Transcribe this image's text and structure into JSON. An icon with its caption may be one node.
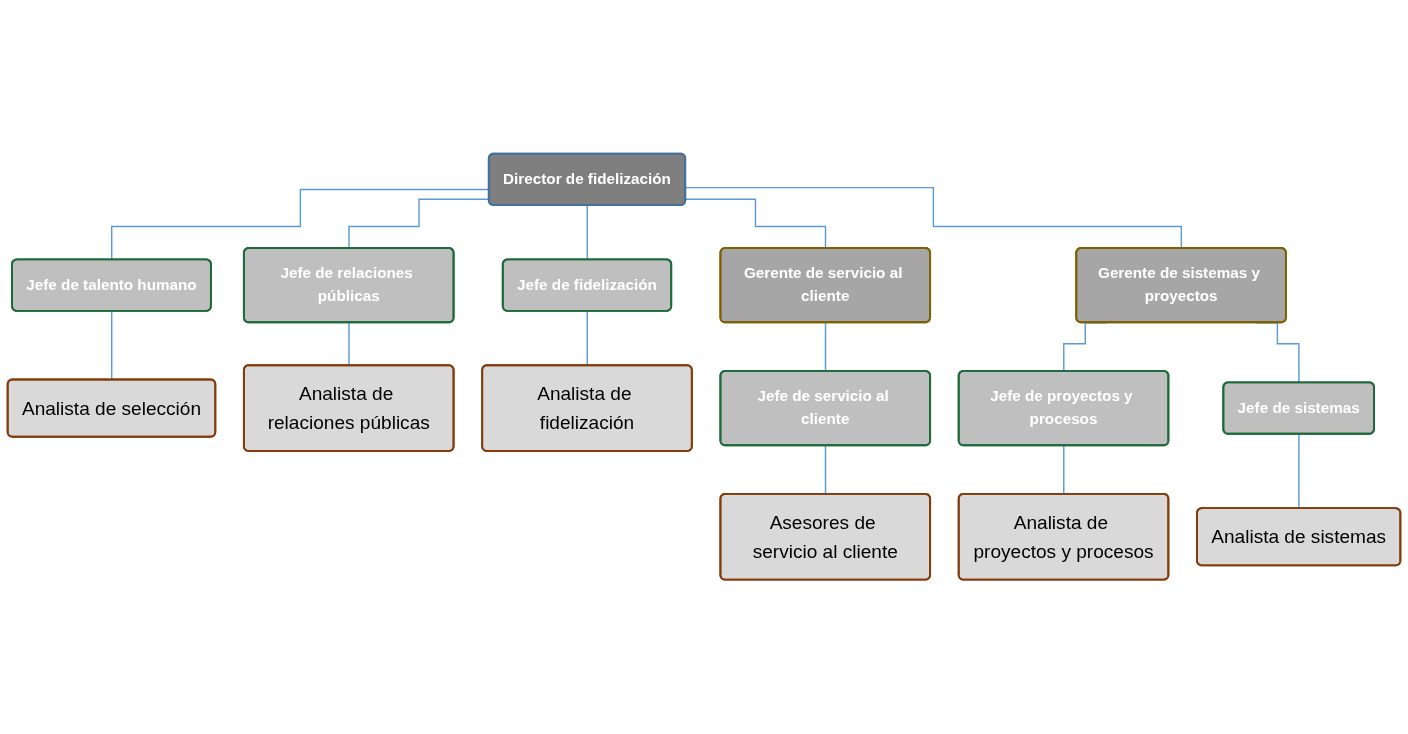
{
  "diagram": {
    "nodes": [
      {
        "text": [
          "Director de fidelización"
        ]
      },
      {
        "text": [
          "Gerente de servicio al cliente"
        ]
      },
      {
        "text": [
          "Gerente de sistemas y proyectos"
        ]
      },
      {
        "text": [
          "Jefe de talento humano"
        ]
      },
      {
        "text": [
          "Jefe de relaciones públicas"
        ]
      },
      {
        "text": [
          "Jefe de fidelización"
        ]
      },
      {
        "text": [
          "Jefe de servicio al cliente"
        ]
      },
      {
        "text": [
          "Jefe de proyectos y procesos"
        ]
      },
      {
        "text": [
          "Analista de selección"
        ]
      },
      {
        "text": [
          "Analista de relaciones públicas"
        ]
      },
      {
        "text": [
          "Analista de fidelización"
        ]
      },
      {
        "text": [
          "Asesores de servicio al cliente"
        ]
      },
      {
        "text": [
          "Analista de proyectos y procesos"
        ]
      },
      {
        "text": [
          "Jefe de sistemas"
        ]
      },
      {
        "text": [
          "Analista de sistemas"
        ]
      }
    ],
    "edges": [
      {
        "from": 0,
        "to": 3,
        "arrow": "none"
      },
      {
        "from": 0,
        "to": 4,
        "arrow": "none"
      },
      {
        "from": 0,
        "to": 5,
        "arrow": "none"
      },
      {
        "from": 0,
        "to": 1,
        "arrow": "none"
      },
      {
        "from": 0,
        "to": 2,
        "arrow": "none"
      },
      {
        "from": 1,
        "to": 6,
        "arrow": "none"
      },
      {
        "from": 2,
        "to": 7,
        "arrow": "none"
      },
      {
        "from": 2,
        "to": 13,
        "arrow": "none"
      },
      {
        "from": 3,
        "to": 8,
        "arrow": "none"
      },
      {
        "from": 4,
        "to": 9,
        "arrow": "none"
      },
      {
        "from": 5,
        "to": 10,
        "arrow": "none"
      },
      {
        "from": 6,
        "to": 11,
        "arrow": "none"
      },
      {
        "from": 7,
        "to": 12,
        "arrow": "none"
      },
      {
        "from": 13,
        "to": 14,
        "arrow": "none"
      }
    ]
  }
}
